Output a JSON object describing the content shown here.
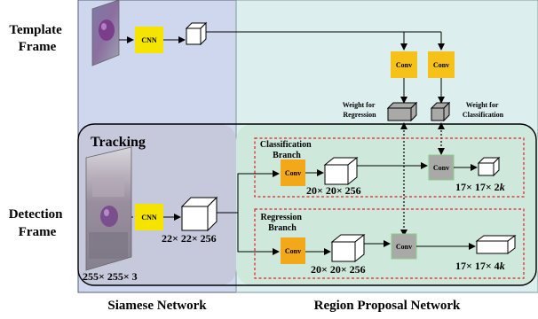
{
  "labels": {
    "template_frame": [
      "Template",
      "Frame"
    ],
    "detection_frame": [
      "Detection",
      "Frame"
    ],
    "tracking": "Tracking",
    "siamese_network": "Siamese Network",
    "region_proposal_network": "Region Proposal Network",
    "cnn": "CNN",
    "conv": "Conv",
    "weight_regression": [
      "Weight for",
      "Regression"
    ],
    "weight_classification": [
      "Weight for",
      "Classification"
    ],
    "classification_branch": [
      "Classification",
      "Branch"
    ],
    "regression_branch": [
      "Regression",
      "Branch"
    ],
    "dim_detection_frame": "255× 255× 3",
    "dim_detection_feature": "22× 22× 256",
    "dim_cls_feature": "20× 20× 256",
    "dim_reg_feature": "20× 20× 256",
    "dim_cls_output": [
      "17× 17× 2",
      "k"
    ],
    "dim_reg_output": [
      "17× 17× 4",
      "k"
    ]
  },
  "colors": {
    "siamese_panel": "#cfd7ee",
    "rpn_panel": "#dcefee",
    "tracking_panel": "#c6c8dc",
    "rpn_tracking_panel": "#cfe8dc",
    "cnn_box": "#f5e400",
    "conv_box_top": "#f6c21a",
    "conv_box_branch": "#f3a81a",
    "xcorr_box": "#a9aaa8",
    "dashed_border": "#e02020"
  }
}
